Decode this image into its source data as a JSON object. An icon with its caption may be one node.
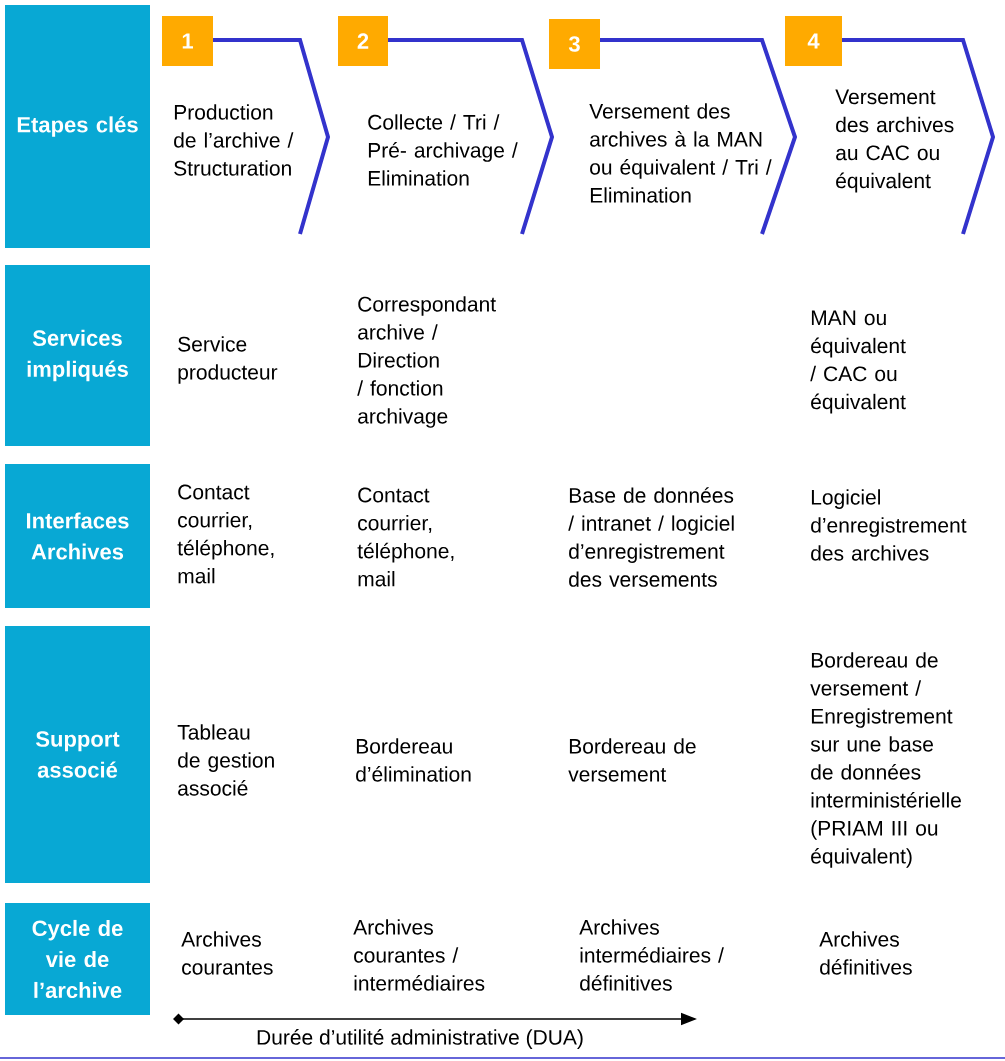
{
  "diagram": {
    "nodes": [
      {
        "text": [
          "Etapes clés"
        ]
      },
      {
        "text": [
          "1"
        ]
      },
      {
        "text": [
          "Production de l’archive / Structuration"
        ]
      },
      {
        "text": [
          "2"
        ]
      },
      {
        "text": [
          "Collecte / Tri / Pré- archivage / Elimination"
        ]
      },
      {
        "text": [
          "3"
        ]
      },
      {
        "text": [
          "Versement des archives à la MAN ou équivalent / Tri / Elimination"
        ]
      },
      {
        "text": [
          "4"
        ]
      },
      {
        "text": [
          "Versement des archives au CAC ou équivalent"
        ]
      },
      {
        "text": [
          "Services impliqués"
        ]
      },
      {
        "text": [
          "Interfaces Archives"
        ]
      },
      {
        "text": [
          "Support associé"
        ]
      },
      {
        "text": [
          "Cycle de vie de l’archive"
        ]
      }
    ],
    "labels": [
      "Service producteur",
      "Correspondant archive / Direction / fonction archivage",
      "MAN ou équivalent / CAC ou équivalent",
      "Contact courrier, téléphone, mail",
      "Contact courrier, téléphone, mail",
      "Base de données / intranet / logiciel d’enregistrement des versements",
      "Logiciel d’enregistrement des archives",
      "Tableau de gestion associé",
      "Bordereau d’élimination",
      "Bordereau de versement",
      "Bordereau de versement / Enregistrement sur une base de données interministérielle (PRIAM III ou équivalent)",
      "Archives courantes",
      "Archives courantes / intermédiaires",
      "Archives intermédiaires / définitives",
      "Archives définitives",
      "Durée d’utilité administrative (DUA)"
    ]
  }
}
